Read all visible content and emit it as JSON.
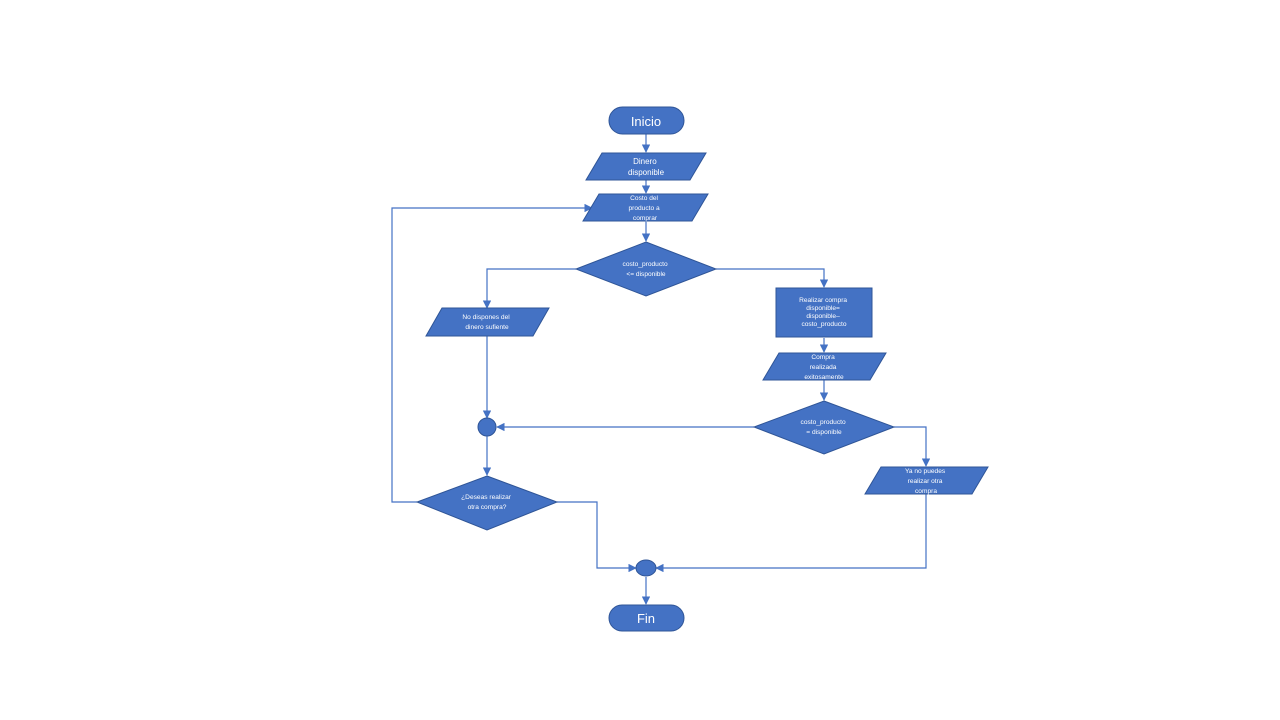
{
  "diagram": {
    "colors": {
      "shape_fill": "#4472c4",
      "shape_border": "#2f5597",
      "connector": "#4472c4",
      "text": "#ffffff",
      "background": "#ffffff"
    },
    "nodes": {
      "inicio": {
        "shape": "terminator",
        "lines": [
          "Inicio"
        ]
      },
      "dinero": {
        "shape": "data",
        "lines": [
          "Dinero",
          "disponible"
        ]
      },
      "costo": {
        "shape": "data",
        "lines": [
          "Costo del",
          "producto a",
          "comprar"
        ]
      },
      "decision1": {
        "shape": "decision",
        "lines": [
          "costo_producto",
          "<= disponible"
        ]
      },
      "no_dinero": {
        "shape": "data",
        "lines": [
          "No dispones del",
          "dinero sufiente"
        ]
      },
      "realizar": {
        "shape": "process",
        "lines": [
          "Realizar compra",
          "disponible=",
          "disponible–",
          "costo_producto"
        ]
      },
      "compra_ok": {
        "shape": "data",
        "lines": [
          "Compra",
          "realizada",
          "exitosamente"
        ]
      },
      "decision2": {
        "shape": "decision",
        "lines": [
          "costo_producto",
          "= disponible"
        ]
      },
      "ya_no": {
        "shape": "data",
        "lines": [
          "Ya no puedes",
          "realizar otra",
          "compra"
        ]
      },
      "decision3": {
        "shape": "decision",
        "lines": [
          "¿Deseas realizar",
          "otra compra?"
        ]
      },
      "merge1": {
        "shape": "connector",
        "lines": []
      },
      "merge2": {
        "shape": "connector",
        "lines": []
      },
      "fin": {
        "shape": "terminator",
        "lines": [
          "Fin"
        ]
      }
    },
    "edges": [
      {
        "from": "inicio",
        "to": "dinero"
      },
      {
        "from": "dinero",
        "to": "costo"
      },
      {
        "from": "costo",
        "to": "decision1"
      },
      {
        "from": "decision1",
        "to": "realizar"
      },
      {
        "from": "decision1",
        "to": "no_dinero"
      },
      {
        "from": "no_dinero",
        "to": "merge1"
      },
      {
        "from": "realizar",
        "to": "compra_ok"
      },
      {
        "from": "compra_ok",
        "to": "decision2"
      },
      {
        "from": "decision2",
        "to": "merge1"
      },
      {
        "from": "decision2",
        "to": "ya_no"
      },
      {
        "from": "merge1",
        "to": "decision3"
      },
      {
        "from": "decision3",
        "to": "costo"
      },
      {
        "from": "decision3",
        "to": "merge2"
      },
      {
        "from": "ya_no",
        "to": "merge2"
      },
      {
        "from": "merge2",
        "to": "fin"
      }
    ]
  }
}
